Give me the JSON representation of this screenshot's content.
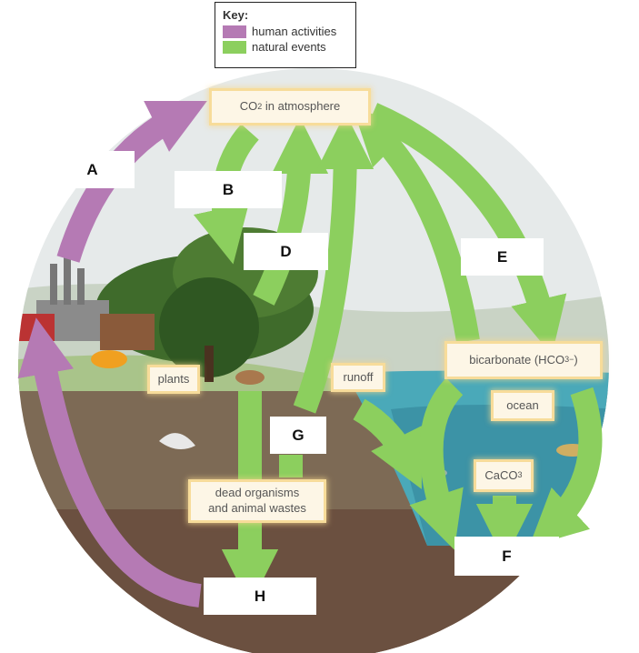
{
  "key": {
    "title": "Key:",
    "items": [
      {
        "label": "human activities",
        "color": "#b57ab4"
      },
      {
        "label": "natural events",
        "color": "#8ccf5e"
      }
    ]
  },
  "colors": {
    "human": "#b57ab4",
    "natural": "#8ccf5e",
    "sky": "#e8ecec",
    "grass": "#a9c48a",
    "soil_top": "#7d6a55",
    "soil_bottom": "#6b5040",
    "ocean": "#4aa9b9",
    "label_glow": "#f7dc9a"
  },
  "labels": {
    "co2_prefix": "CO",
    "co2_sub": "2",
    "co2_suffix": " in atmosphere",
    "bicarbonate_prefix": "bicarbonate (HCO",
    "bicarbonate_sub": "3",
    "bicarbonate_sup": "−",
    "bicarbonate_suffix": ")",
    "ocean": "ocean",
    "caco3_prefix": "CaCO",
    "caco3_sub": "3",
    "plants": "plants",
    "runoff": "runoff",
    "dead_organisms_line1": "dead organisms",
    "dead_organisms_line2": "and animal wastes"
  },
  "blanks": {
    "A": "A",
    "B": "B",
    "D": "D",
    "E": "E",
    "G": "G",
    "F": "F",
    "H": "H"
  }
}
